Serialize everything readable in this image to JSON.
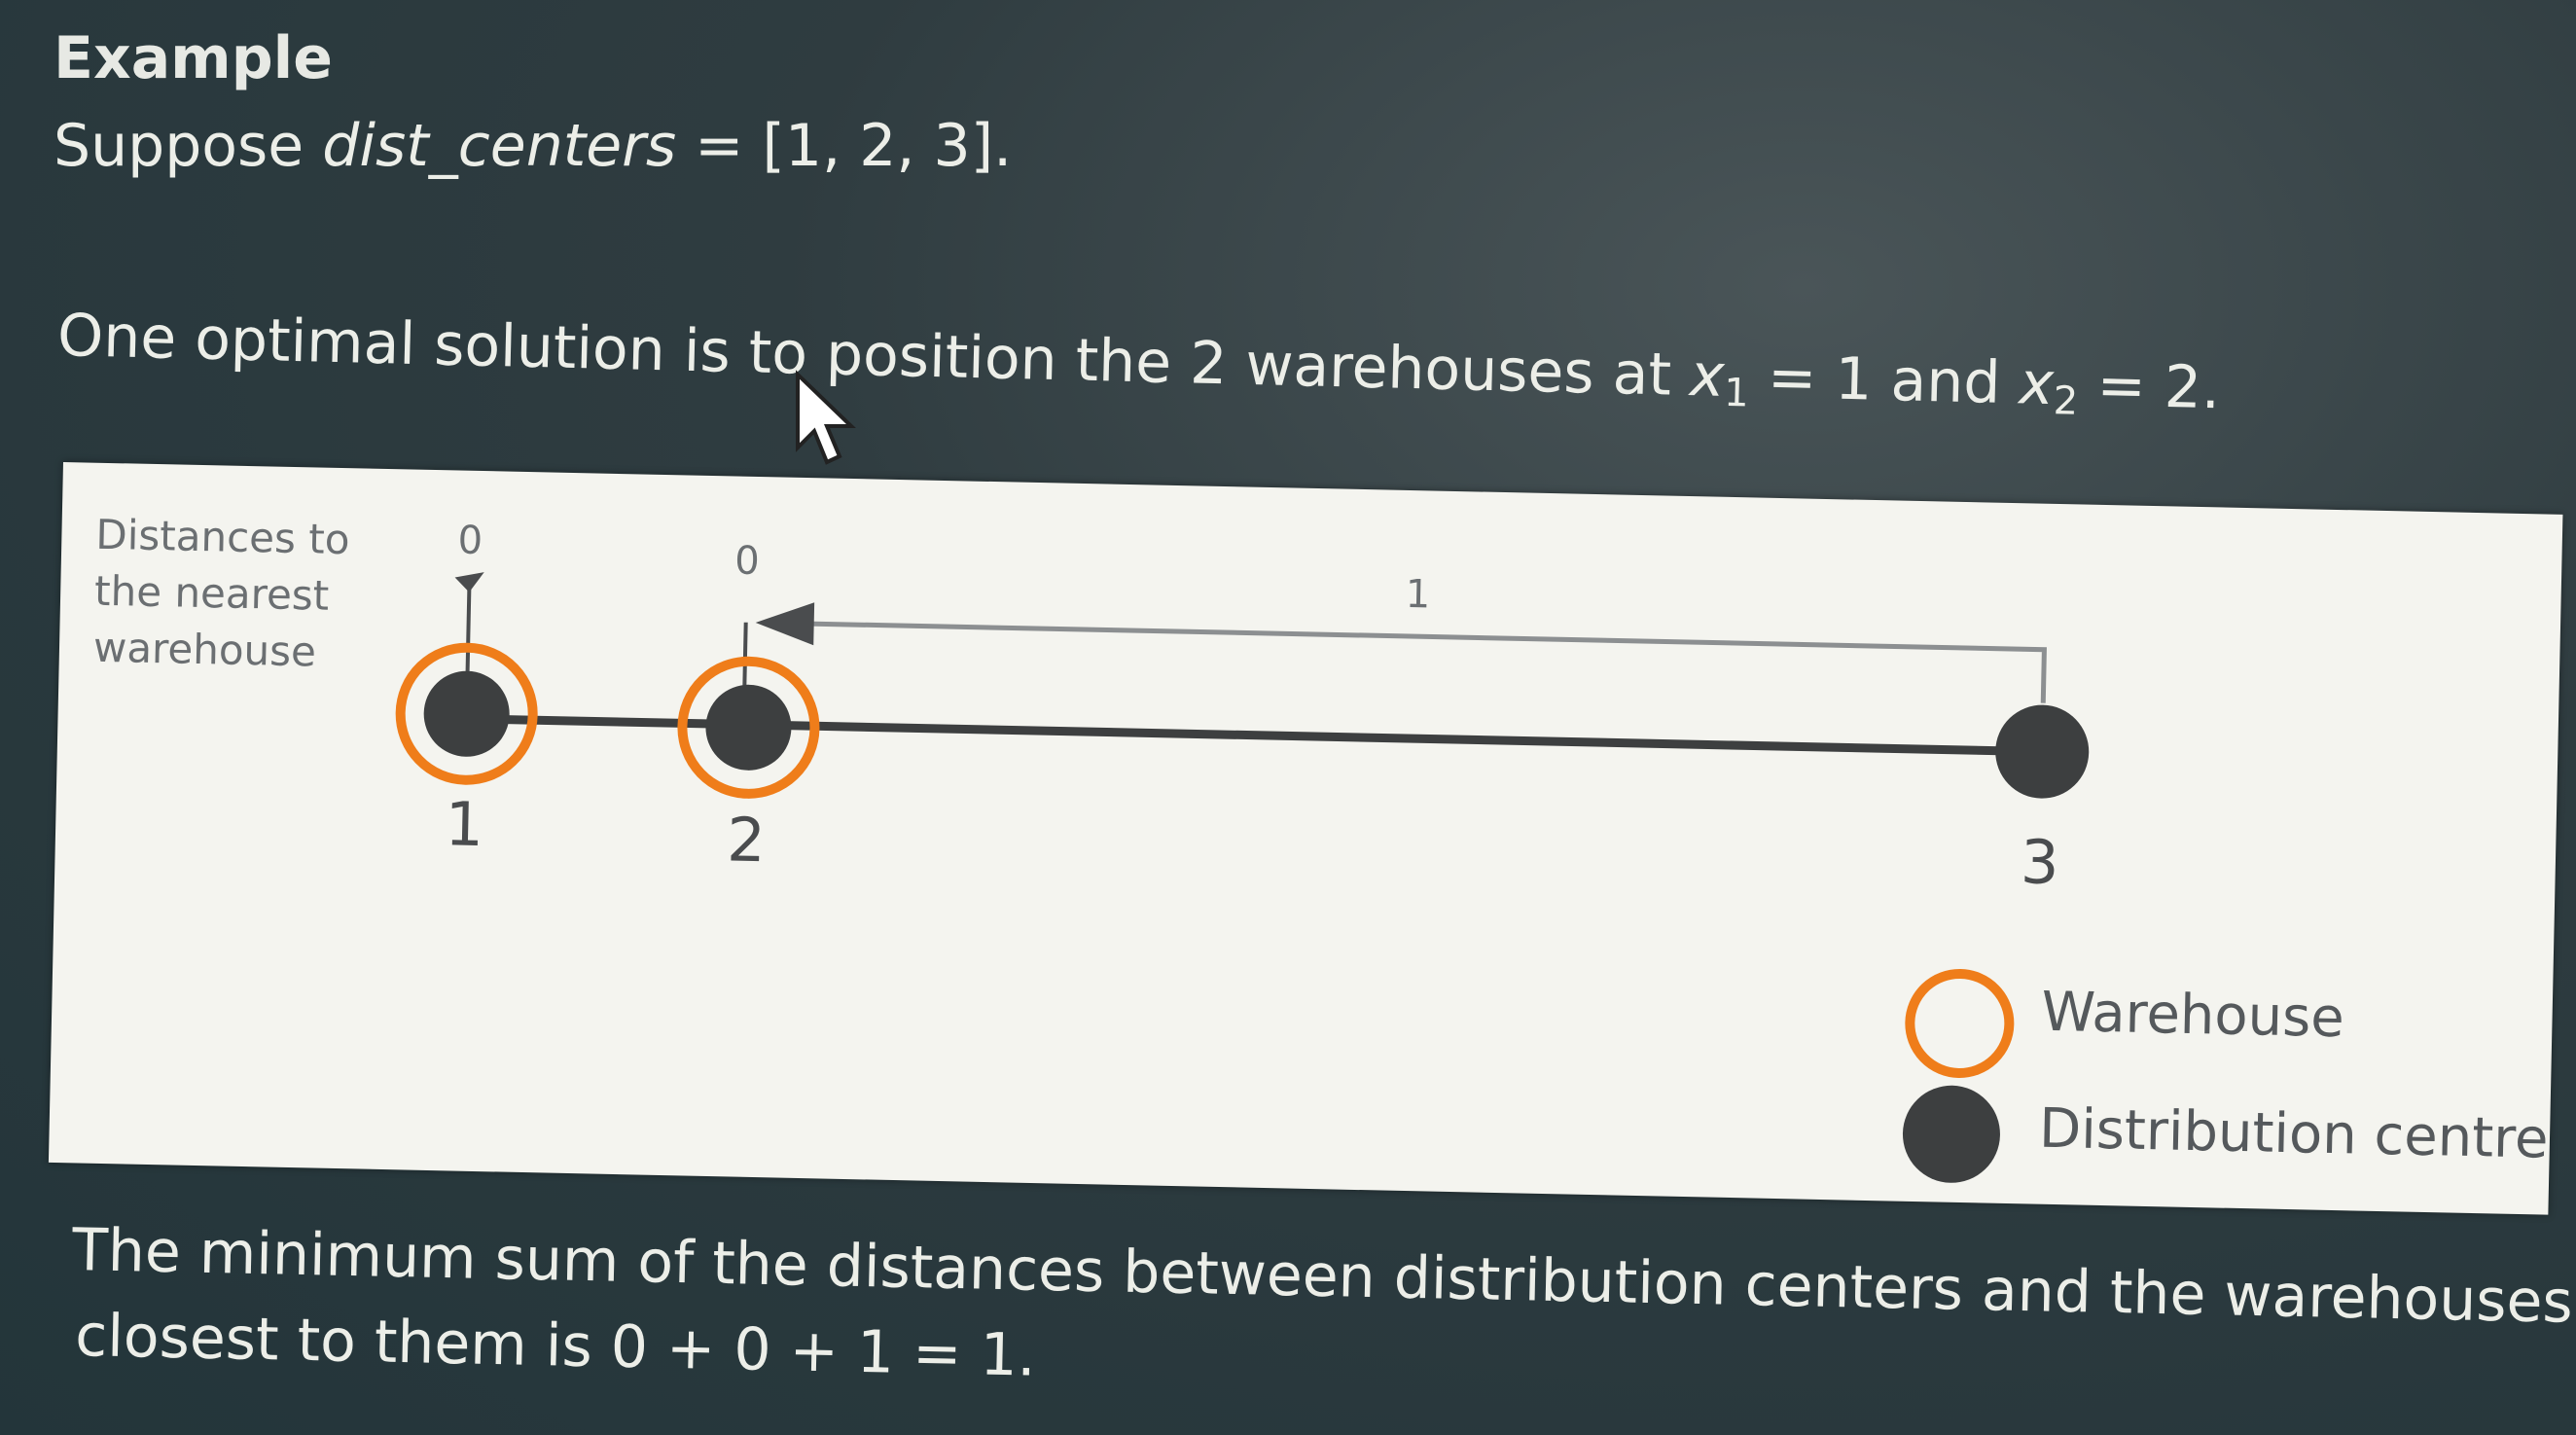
{
  "heading": "Example",
  "intro": {
    "prefix": "Suppose ",
    "var_name": "dist_centers",
    "suffix": " = [1, 2, 3]."
  },
  "solution": {
    "text_before": "One optimal solution is to position the 2 warehouses at ",
    "x1_var": "x",
    "x1_sub": "1",
    "x1_val": " = 1 and ",
    "x2_var": "x",
    "x2_sub": "2",
    "x2_val": " = 2."
  },
  "diagram": {
    "side_label": "Distances to the nearest warehouse",
    "points": [
      {
        "label": "1",
        "distance": "0",
        "warehouse": true
      },
      {
        "label": "2",
        "distance": "0",
        "warehouse": true
      },
      {
        "label": "3",
        "distance": "1",
        "warehouse": false
      }
    ],
    "legend": {
      "warehouse": "Warehouse",
      "centre": "Distribution centre"
    },
    "colors": {
      "warehouse_ring": "#ef7d1a",
      "centre": "#3d3f40",
      "background": "#f4f4ef"
    }
  },
  "conclusion": {
    "line1": "The minimum sum of the distances between distribution centers and the warehouses",
    "line2": "closest to them is 0 + 0 + 1 = 1."
  },
  "cursor_icon": "mouse-pointer-icon"
}
